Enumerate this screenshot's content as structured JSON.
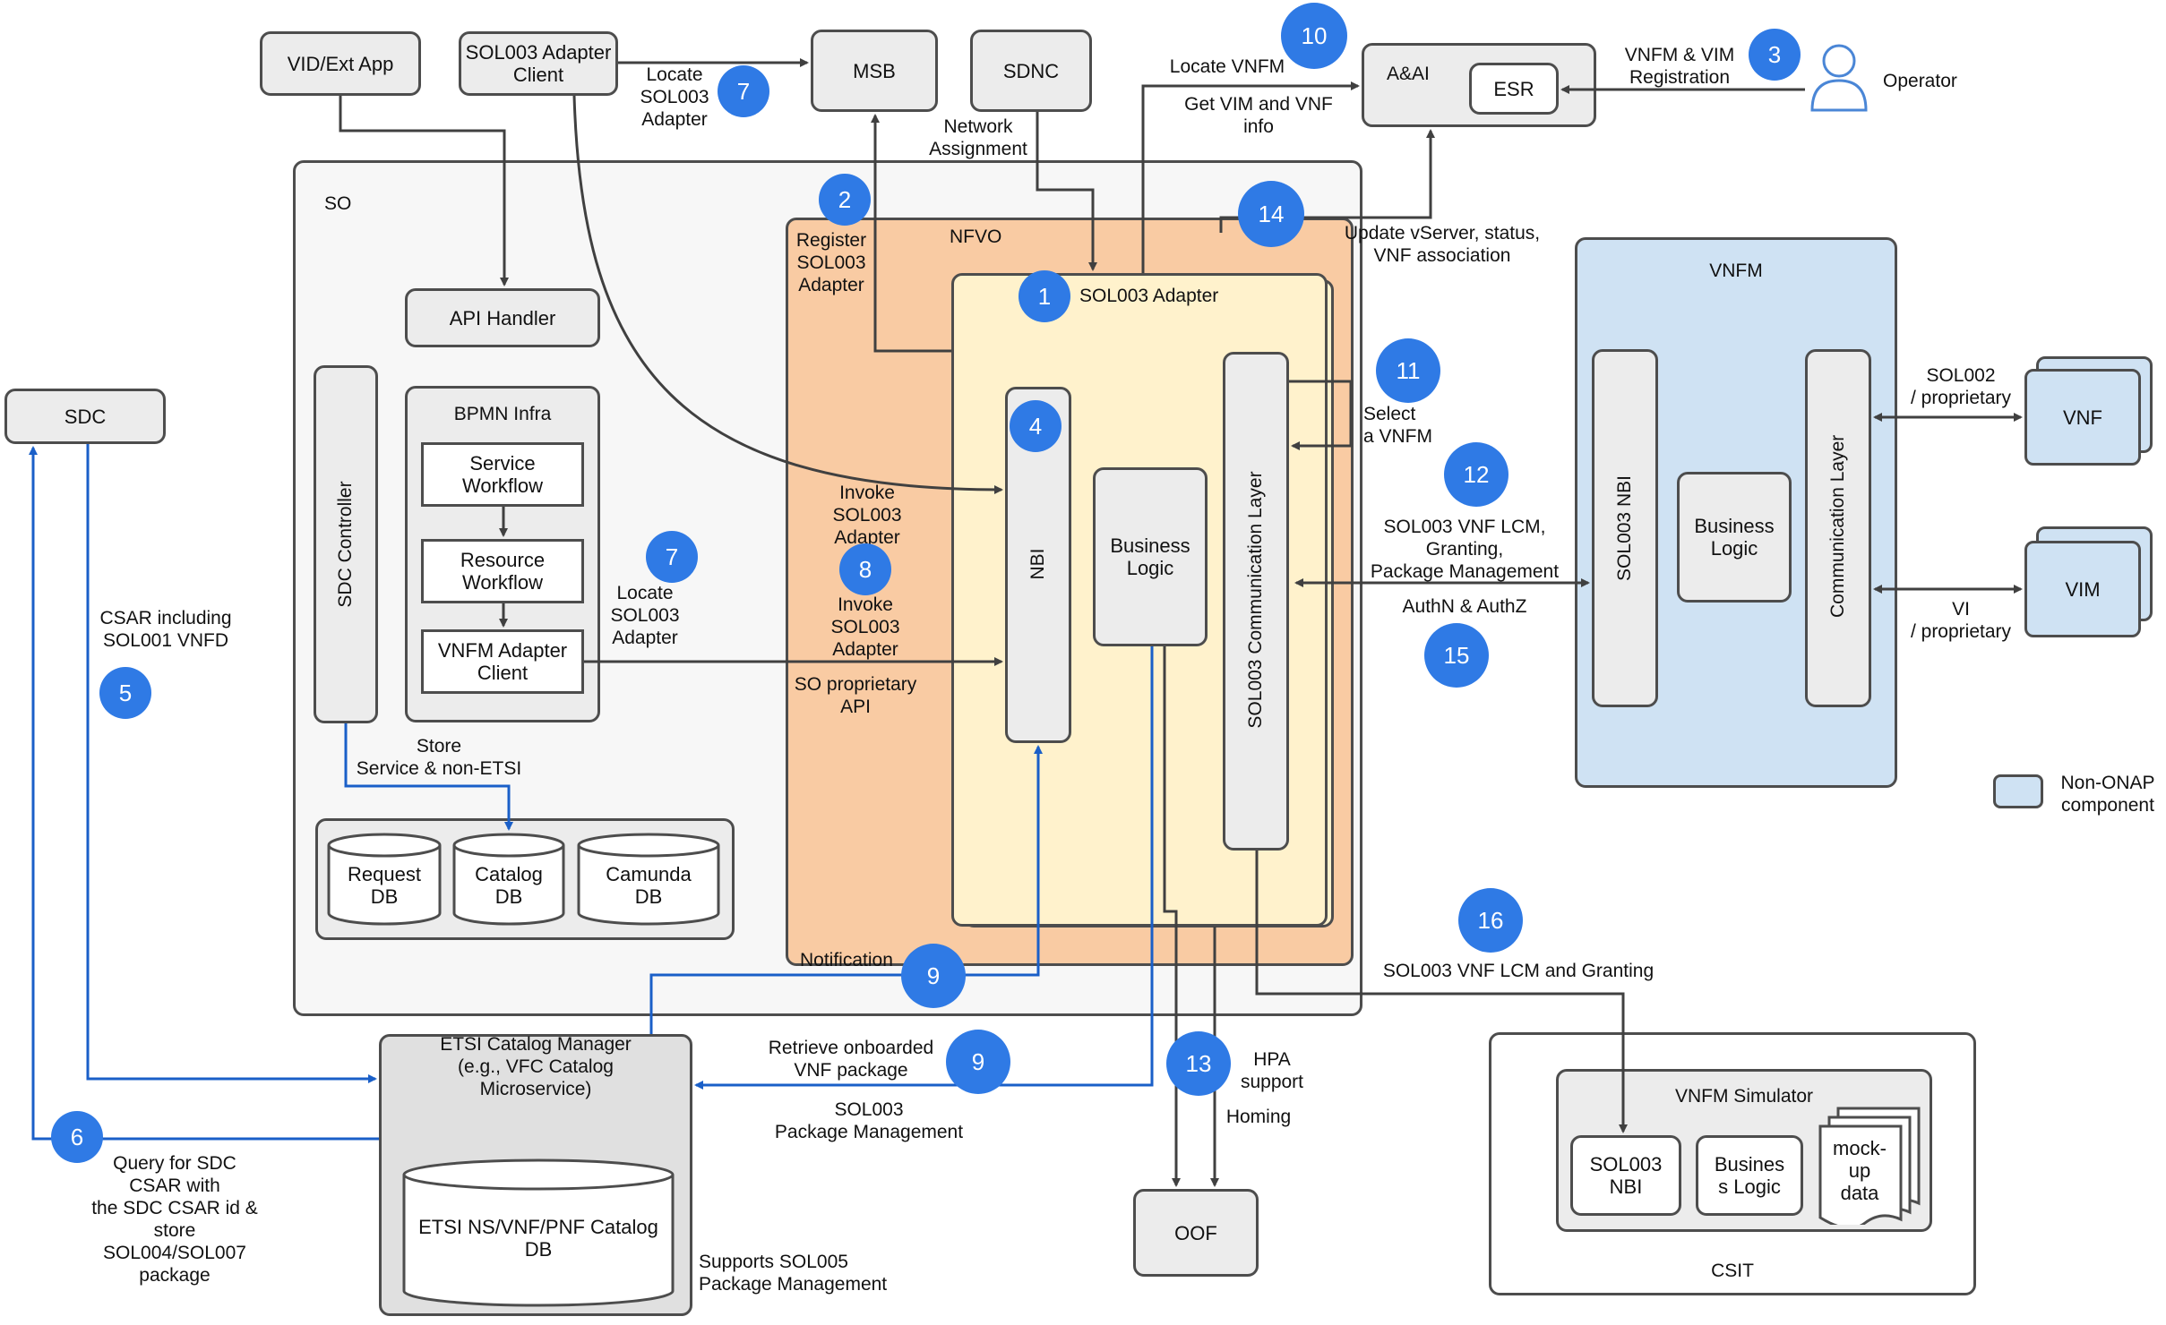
{
  "colors": {
    "badge": "#2f7ae5",
    "nfvo": "#f9cba3",
    "adapter": "#fff2cc",
    "non_onap": "#cfe2f3",
    "wire_blue": "#1a5fc8",
    "wire_dark": "#404040"
  },
  "components": {
    "vid": "VID/Ext App",
    "sol003_client": "SOL003 Adapter\nClient",
    "msb": "MSB",
    "sdnc": "SDNC",
    "aai": "A&AI",
    "esr": "ESR",
    "operator": "Operator",
    "so": "SO",
    "nfvo": "NFVO",
    "sol003_adapter": "SOL003 Adapter",
    "api_handler": "API Handler",
    "sdc": "SDC",
    "sdc_controller": "SDC Controller",
    "bpmn_infra": "BPMN Infra",
    "service_workflow": "Service\nWorkflow",
    "resource_workflow": "Resource\nWorkflow",
    "vnfm_adapter_client": "VNFM Adapter\nClient",
    "nbi": "NBI",
    "business_logic": "Business\nLogic",
    "comm_layer": "SOL003 Communication Layer",
    "request_db": "Request\nDB",
    "catalog_db": "Catalog\nDB",
    "camunda_db": "Camunda\nDB",
    "vnfm": "VNFM",
    "sol003_nbi": "SOL003 NBI",
    "vnfm_business_logic": "Business\nLogic",
    "vnfm_comm_layer": "Communication Layer",
    "vnf": "VNF",
    "vim": "VIM",
    "etsi_catalog": "ETSI Catalog Manager\n(e.g., VFC Catalog\nMicroservice)",
    "etsi_db": "ETSI NS/VNF/PNF Catalog\nDB",
    "oof": "OOF",
    "csit": "CSIT",
    "vnfm_sim": "VNFM Simulator",
    "sim_nbi": "SOL003\nNBI",
    "sim_logic": "Busines\ns Logic",
    "sim_mock": "mock-\nup\ndata"
  },
  "labels": {
    "locate_top": "Locate\nSOL003\nAdapter",
    "locate_vnfm": "Locate VNFM",
    "get_vim": "Get VIM and VNF\ninfo",
    "vnfm_vim_reg": "VNFM & VIM\nRegistration",
    "network_assignment": "Network\nAssignment",
    "register": "Register\nSOL003\nAdapter",
    "update_vserver": "Update vServer, status,\nVNF association",
    "select_vnfm": "Select\na VNFM",
    "invoke_1": "Invoke\nSOL003\nAdapter",
    "invoke_2": "Invoke\nSOL003\nAdapter",
    "locate_mid": "Locate\nSOL003\nAdapter",
    "so_proprietary": "SO proprietary\nAPI",
    "store": "Store\nService & non-ETSI",
    "csar": "CSAR including\nSOL001 VNFD",
    "lcm": "SOL003 VNF LCM,\nGranting,\nPackage Management",
    "authn": "AuthN & AuthZ",
    "sol002": "SOL002\n/ proprietary",
    "vi": "VI\n/ proprietary",
    "non_onap": "Non-ONAP\ncomponent",
    "notification": "Notification",
    "lcm_granting": "SOL003 VNF LCM and Granting",
    "retrieve": "Retrieve onboarded\nVNF package",
    "pkg_mgmt": "SOL003\nPackage Management",
    "hpa": "HPA\nsupport",
    "homing": "Homing",
    "query": "Query for SDC\nCSAR with\nthe SDC CSAR id &\nstore\nSOL004/SOL007\npackage",
    "sol005": "Supports SOL005\nPackage Management"
  },
  "badges": {
    "b1": "1",
    "b2": "2",
    "b3": "3",
    "b4": "4",
    "b5": "5",
    "b6": "6",
    "b7a": "7",
    "b7b": "7",
    "b8": "8",
    "b9a": "9",
    "b9b": "9",
    "b10": "10",
    "b11": "11",
    "b12": "12",
    "b13": "13",
    "b14": "14",
    "b15": "15",
    "b16": "16"
  }
}
